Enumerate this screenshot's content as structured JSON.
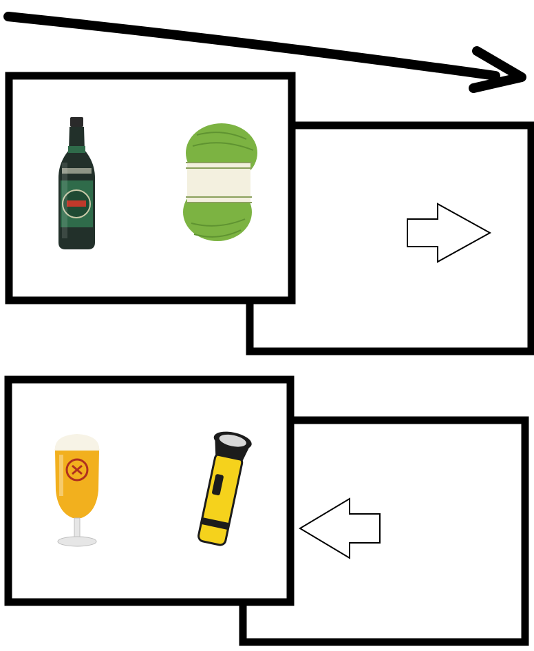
{
  "diagram": {
    "background_color": "#ffffff",
    "line_color": "#000000",
    "time_arrow": {
      "icon": "time-arrow-icon",
      "direction": "right"
    },
    "trials": [
      {
        "id": "trial-1",
        "first_screen": {
          "objects": [
            "beer-bottle-icon",
            "green-yarn-ball-icon"
          ]
        },
        "second_screen": {
          "cue": "right-arrow-icon",
          "cue_direction": "right"
        }
      },
      {
        "id": "trial-2",
        "first_screen": {
          "objects": [
            "beer-glass-icon",
            "flashlight-icon"
          ]
        },
        "second_screen": {
          "cue": "left-arrow-icon",
          "cue_direction": "left"
        }
      }
    ],
    "colors": {
      "bottle_glass": "#22302a",
      "bottle_label": "#2f6b4a",
      "yarn_green": "#7cb342",
      "yarn_band": "#f3f0df",
      "beer_amber": "#f2b01e",
      "beer_foam": "#f7f3e6",
      "flashlight_yellow": "#f5d21c",
      "flashlight_black": "#1c1c1c"
    }
  }
}
